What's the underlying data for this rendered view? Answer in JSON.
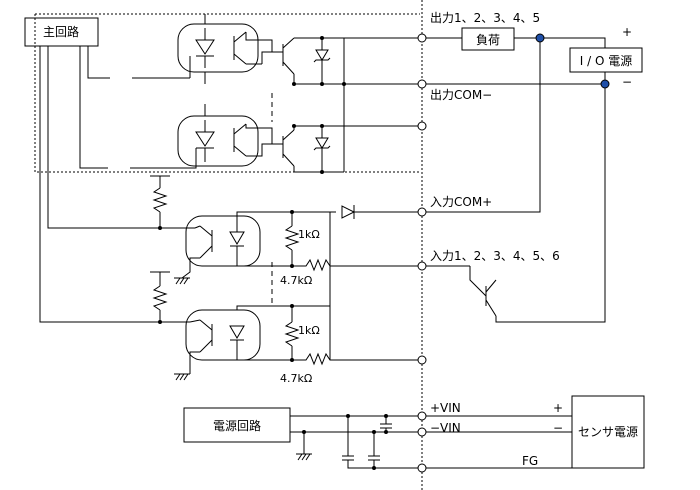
{
  "boxes": {
    "main_circuit": "主回路",
    "load": "負荷",
    "io_power": "I / O 電源",
    "power_circuit": "電源回路",
    "sensor_power": "センサ電源"
  },
  "terminals": {
    "output_numbers": "出力1、2、3、4、5",
    "output_com": "出力COM−",
    "input_com": "入力COM+",
    "input_numbers": "入力1、2、3、4、5、6",
    "vin_plus": "+VIN",
    "vin_minus": "−VIN",
    "fg": "FG"
  },
  "polarity": {
    "io_plus": "+",
    "io_minus": "−",
    "sensor_plus": "+",
    "sensor_minus": "−"
  },
  "resistors": {
    "r1k_a": "1kΩ",
    "r47k_a": "4.7kΩ",
    "r1k_b": "1kΩ",
    "r47k_b": "4.7kΩ"
  },
  "colors": {
    "line": "#000000",
    "junction_blue": "#1f4fa8",
    "terminal_fill": "#ffffff"
  }
}
